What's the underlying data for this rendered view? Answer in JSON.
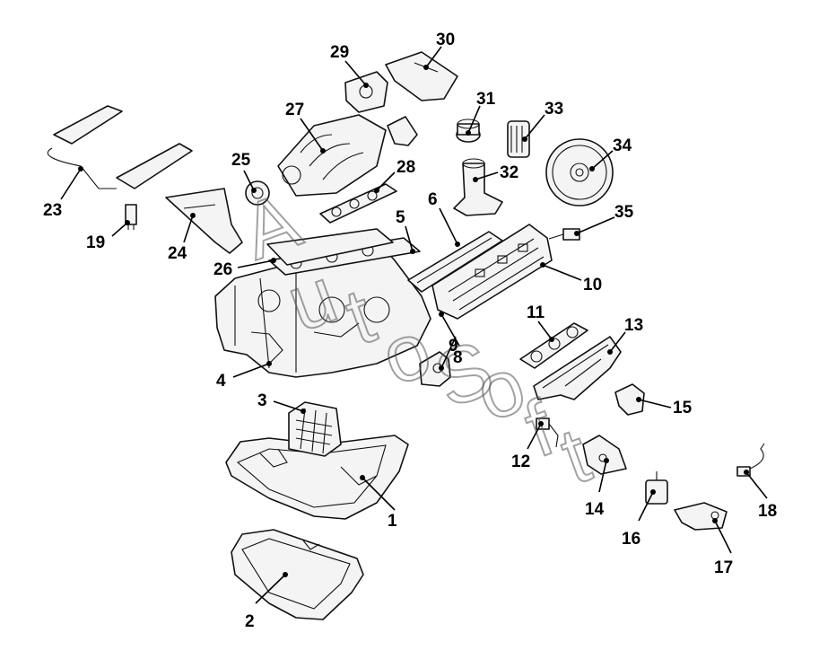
{
  "diagram": {
    "callouts": [
      "1",
      "2",
      "3",
      "4",
      "5",
      "6",
      "8",
      "9",
      "10",
      "11",
      "12",
      "13",
      "14",
      "15",
      "16",
      "17",
      "18",
      "19",
      "23",
      "24",
      "25",
      "26",
      "27",
      "28",
      "29",
      "30",
      "31",
      "32",
      "33",
      "34",
      "35"
    ]
  },
  "watermark": {
    "text": "AutoSoft"
  }
}
